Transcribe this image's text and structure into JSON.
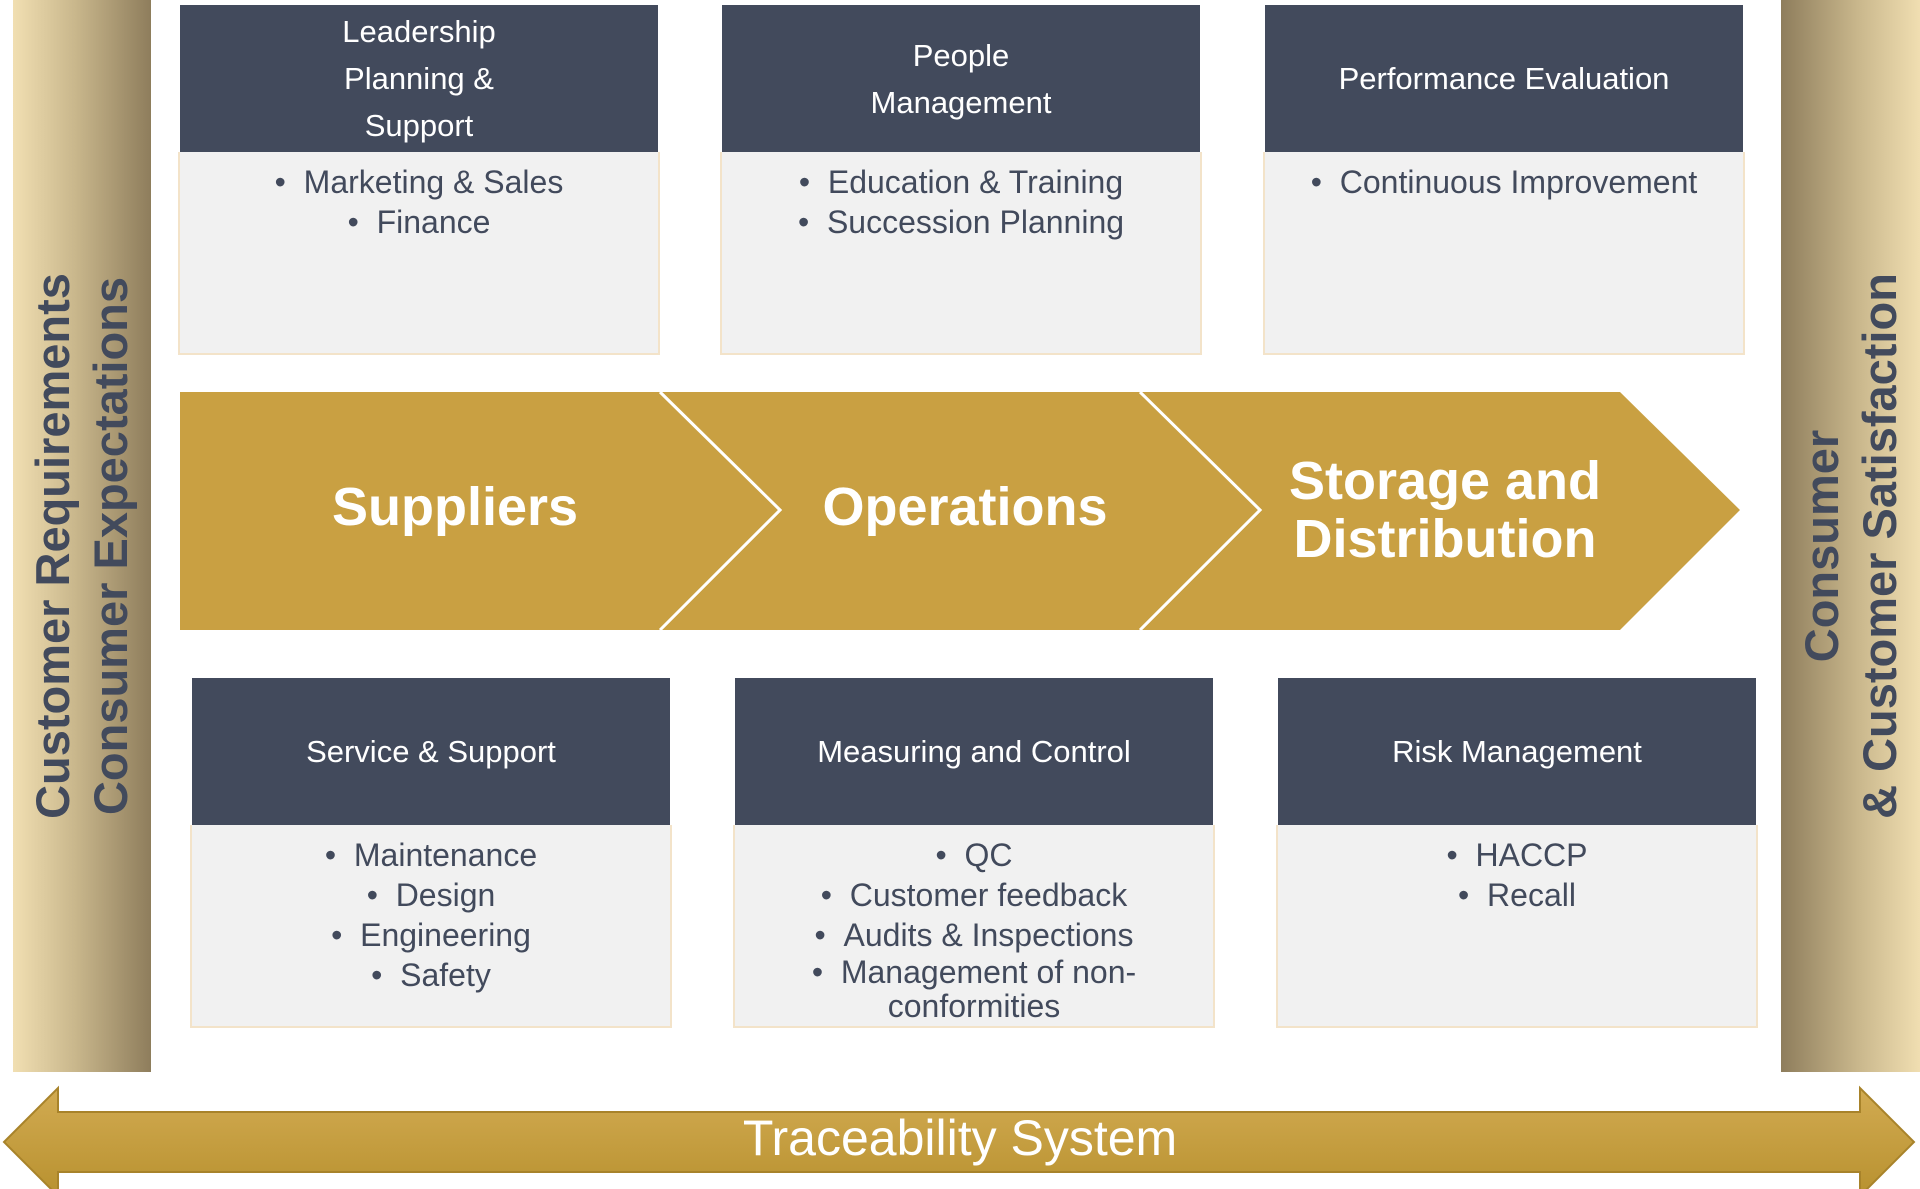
{
  "left_bar": {
    "line1": "Customer Requirements",
    "line2": "Consumer Expectations"
  },
  "right_bar": {
    "line1": "Consumer",
    "line2": "& Customer Satisfaction"
  },
  "top_cards": [
    {
      "title": "Leadership Planning & Support",
      "items": [
        "Marketing & Sales",
        "Finance"
      ]
    },
    {
      "title": "People Management",
      "items": [
        "Education & Training",
        "Succession Planning"
      ]
    },
    {
      "title": "Performance Evaluation",
      "items": [
        "Continuous Improvement"
      ]
    }
  ],
  "process": {
    "steps": [
      {
        "label": "Suppliers"
      },
      {
        "label": "Operations"
      },
      {
        "label": "Storage and Distribution"
      }
    ]
  },
  "bottom_cards": [
    {
      "title": "Service & Support",
      "items": [
        "Maintenance",
        "Design",
        "Engineering",
        "Safety"
      ]
    },
    {
      "title": "Measuring and Control",
      "items": [
        "QC",
        "Customer feedback",
        "Audits & Inspections",
        "Management of non-conformities"
      ]
    },
    {
      "title": "Risk Management",
      "items": [
        "HACCP",
        "Recall"
      ]
    }
  ],
  "traceability": {
    "label": "Traceability System"
  },
  "colors": {
    "header": "#424a5c",
    "gold": "#c9a042",
    "card_body": "#f1f1f1",
    "sidebar_light": "#f1dfb2",
    "sidebar_dark": "#8e7d5c"
  }
}
